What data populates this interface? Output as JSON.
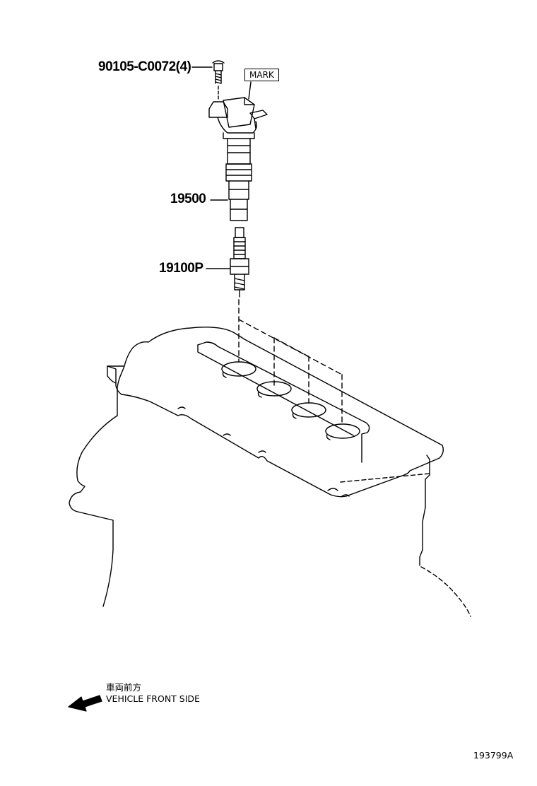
{
  "parts": {
    "bolt": "90105-C0072(4)",
    "coil": "19500",
    "spark_plug": "19100P"
  },
  "mark_label": "MARK",
  "direction": {
    "japanese": "車両前方",
    "english": "VEHICLE FRONT SIDE",
    "icon": "arrow-left-icon"
  },
  "figure_id": "193799A",
  "colors": {
    "ink": "#000000",
    "paper": "#ffffff"
  }
}
